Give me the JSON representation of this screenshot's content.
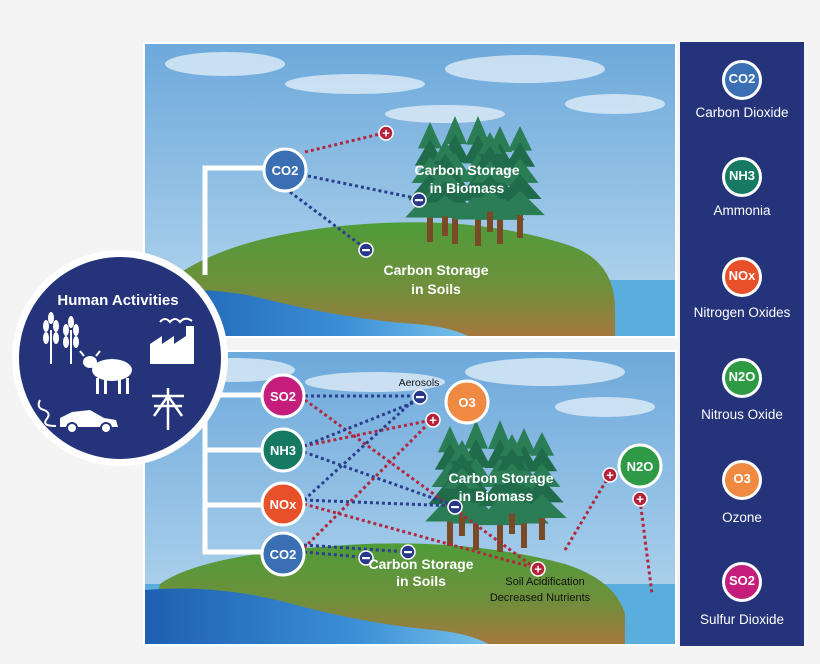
{
  "colors": {
    "co2": "#3b6fb4",
    "nh3": "#167a63",
    "nox": "#e8502a",
    "n2o": "#2e9a45",
    "o3": "#f08a42",
    "so2": "#c51d7b",
    "legend_bg": "#24337a",
    "plus": "#b3223a",
    "minus": "#27388a",
    "positive_line": "#b1283e",
    "negative_line": "#2b3f8f"
  },
  "top_panel": {
    "co2_label": "CO2",
    "biomass_label_line1": "Carbon Storage",
    "biomass_label_line2": "in Biomass",
    "soils_label_line1": "Carbon Storage",
    "soils_label_line2": "in Soils"
  },
  "bottom_panel": {
    "so2_label": "SO2",
    "nh3_label": "NH3",
    "nox_label": "NOx",
    "co2_label": "CO2",
    "o3_label": "O3",
    "n2o_label": "N2O",
    "aerosols_label": "Aerosols",
    "biomass_label_line1": "Carbon Storage",
    "biomass_label_line2": "in Biomass",
    "soils_label_line1": "Carbon Storage",
    "soils_label_line2": "in Soils",
    "soil_acid_line1": "Soil Acidification",
    "soil_acid_line2": "Decreased Nutrients"
  },
  "human_activities": {
    "title": "Human Activities",
    "icons": [
      "wheat-icon",
      "factory-icon",
      "cow-icon",
      "car-icon",
      "power-line-icon"
    ]
  },
  "legend": {
    "items": [
      {
        "formula": "CO2",
        "name": "Carbon Dioxide",
        "color": "#3b6fb4"
      },
      {
        "formula": "NH3",
        "name": "Ammonia",
        "color": "#167a63"
      },
      {
        "formula": "NOx",
        "name": "Nitrogen Oxides",
        "color": "#e8502a"
      },
      {
        "formula": "N2O",
        "name": "Nitrous Oxide",
        "color": "#2e9a45"
      },
      {
        "formula": "O3",
        "name": "Ozone",
        "color": "#f08a42"
      },
      {
        "formula": "SO2",
        "name": "Sulfur Dioxide",
        "color": "#c51d7b"
      }
    ]
  }
}
